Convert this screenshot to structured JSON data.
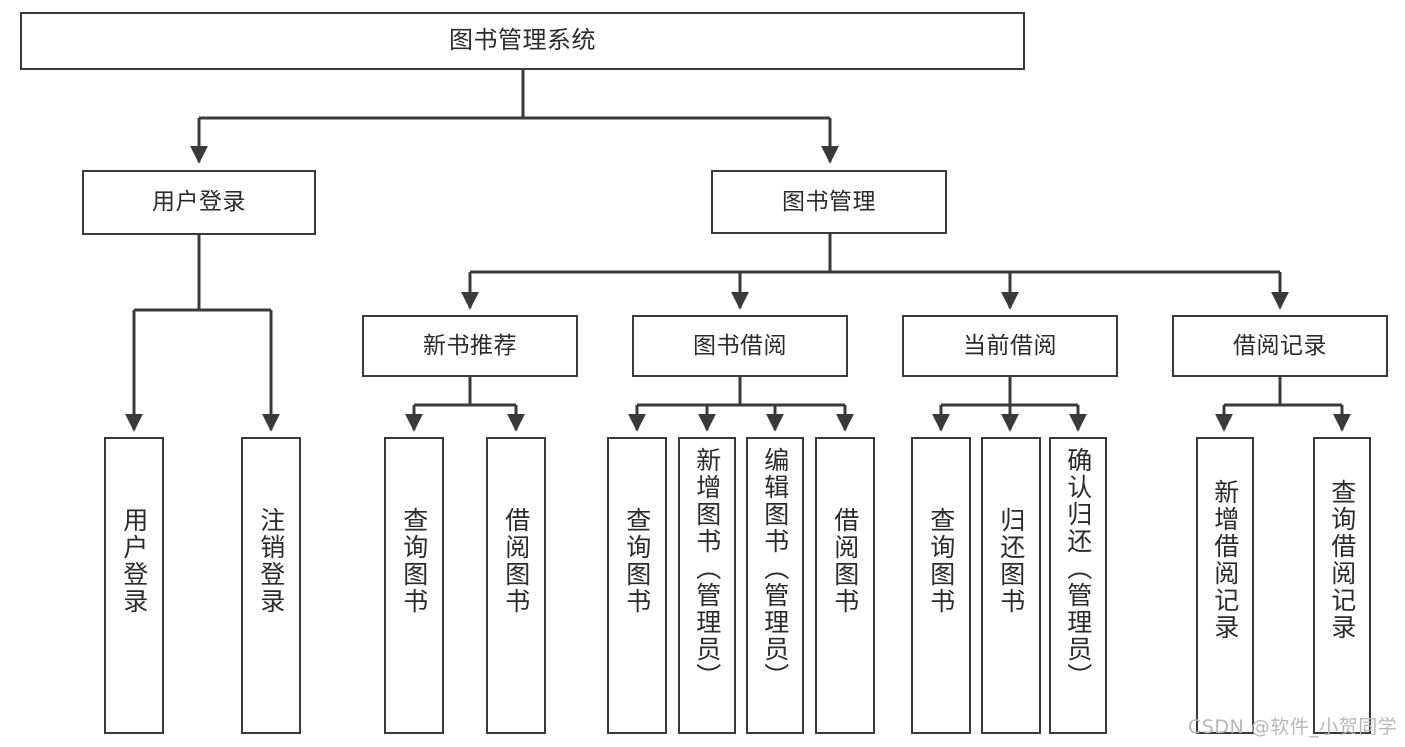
{
  "diagram": {
    "title": "图书管理系统",
    "style": {
      "border_color": "#3a3a3a",
      "text_color": "#2b2b2b",
      "background": "#ffffff",
      "line_color": "#3a3a3a",
      "watermark_color": "#b8b8b8"
    },
    "nodes": {
      "root": {
        "label": "图书管理系统"
      },
      "level2": [
        {
          "id": "user-login",
          "label": "用户登录"
        },
        {
          "id": "book-manage",
          "label": "图书管理"
        }
      ],
      "level3": [
        {
          "id": "new-book-recommend",
          "label": "新书推荐"
        },
        {
          "id": "book-borrow",
          "label": "图书借阅"
        },
        {
          "id": "current-borrow",
          "label": "当前借阅"
        },
        {
          "id": "borrow-record",
          "label": "借阅记录"
        }
      ],
      "leaves": {
        "user-login": [
          {
            "id": "leaf-user-login",
            "label": "用户登录"
          },
          {
            "id": "leaf-logout-login",
            "label": "注销登录"
          }
        ],
        "new-book-recommend": [
          {
            "id": "leaf-query-book-1",
            "label": "查询图书"
          },
          {
            "id": "leaf-borrow-book-1",
            "label": "借阅图书"
          }
        ],
        "book-borrow": [
          {
            "id": "leaf-query-book-2",
            "label": "查询图书"
          },
          {
            "id": "leaf-add-book",
            "label": "新增图书（管理员）"
          },
          {
            "id": "leaf-edit-book",
            "label": "编辑图书（管理员）"
          },
          {
            "id": "leaf-borrow-book-2",
            "label": "借阅图书"
          }
        ],
        "current-borrow": [
          {
            "id": "leaf-query-book-3",
            "label": "查询图书"
          },
          {
            "id": "leaf-return-book",
            "label": "归还图书"
          },
          {
            "id": "leaf-confirm-return",
            "label": "确认归还（管理员）"
          }
        ],
        "borrow-record": [
          {
            "id": "leaf-add-record",
            "label": "新增借阅记录"
          },
          {
            "id": "leaf-query-record",
            "label": "查询借阅记录"
          }
        ]
      }
    },
    "watermark": "CSDN @软件_小贺同学"
  }
}
